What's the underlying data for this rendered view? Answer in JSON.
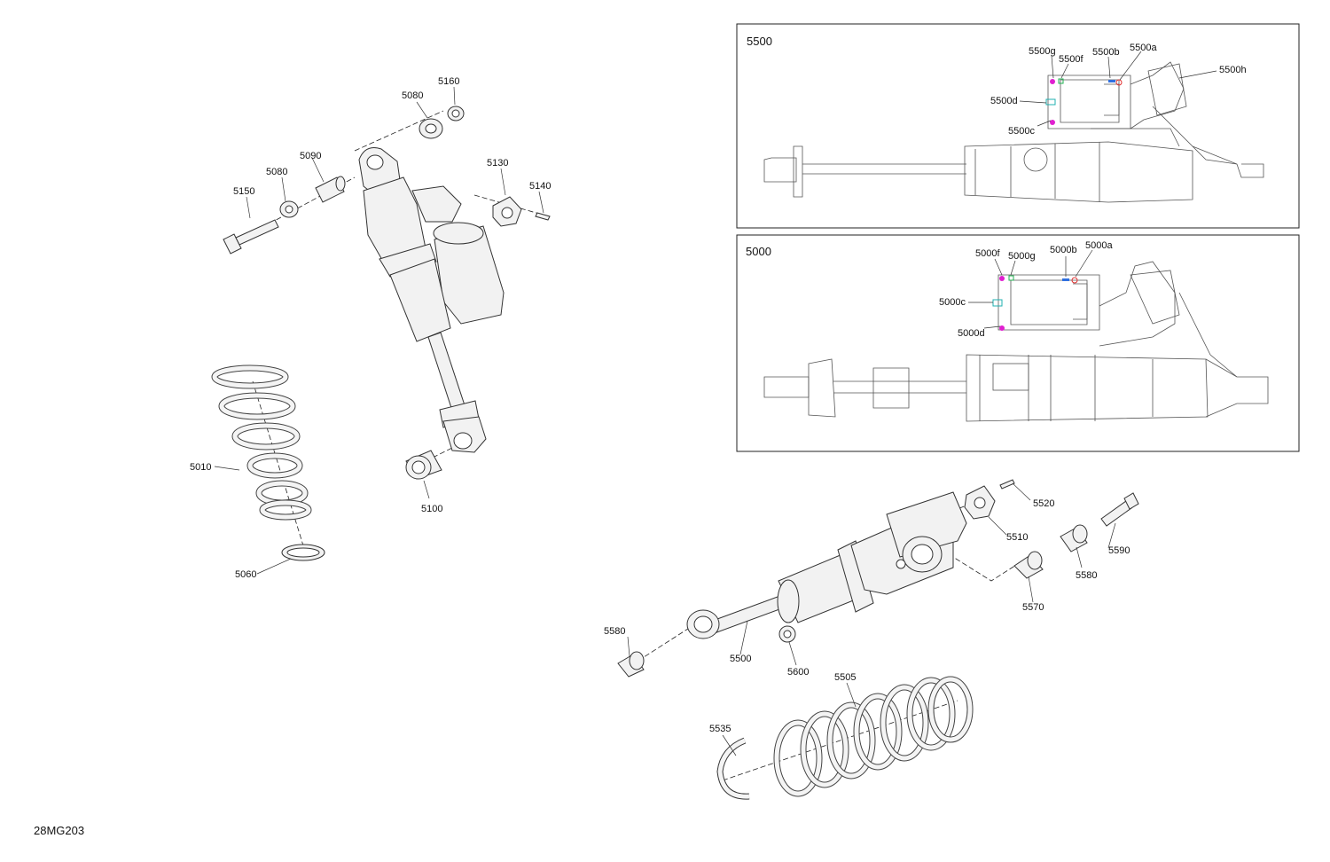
{
  "diagram_id": "28MG203",
  "callouts_left": {
    "p5160": "5160",
    "p5080_top": "5080",
    "p5090": "5090",
    "p5080": "5080",
    "p5150": "5150",
    "p5130": "5130",
    "p5140": "5140",
    "p5010": "5010",
    "p5100": "5100",
    "p5060": "5060"
  },
  "callouts_right": {
    "p5520": "5520",
    "p5510": "5510",
    "p5590": "5590",
    "p5580_r": "5580",
    "p5570": "5570",
    "p5580_l": "5580",
    "p5500": "5500",
    "p5600": "5600",
    "p5505": "5505",
    "p5535": "5535"
  },
  "inset_5500": {
    "title": "5500",
    "a": "5500a",
    "b": "5500b",
    "c": "5500c",
    "d": "5500d",
    "f": "5500f",
    "g": "5500g",
    "h": "5500h"
  },
  "inset_5000": {
    "title": "5000",
    "a": "5000a",
    "b": "5000b",
    "c": "5000c",
    "d": "5000d",
    "f": "5000f",
    "g": "5000g"
  },
  "colors": {
    "magenta": "#e020d0",
    "green": "#20b050",
    "blue": "#3070e0",
    "red": "#e03030",
    "teal": "#20b0b0",
    "orange": "#e07020"
  }
}
